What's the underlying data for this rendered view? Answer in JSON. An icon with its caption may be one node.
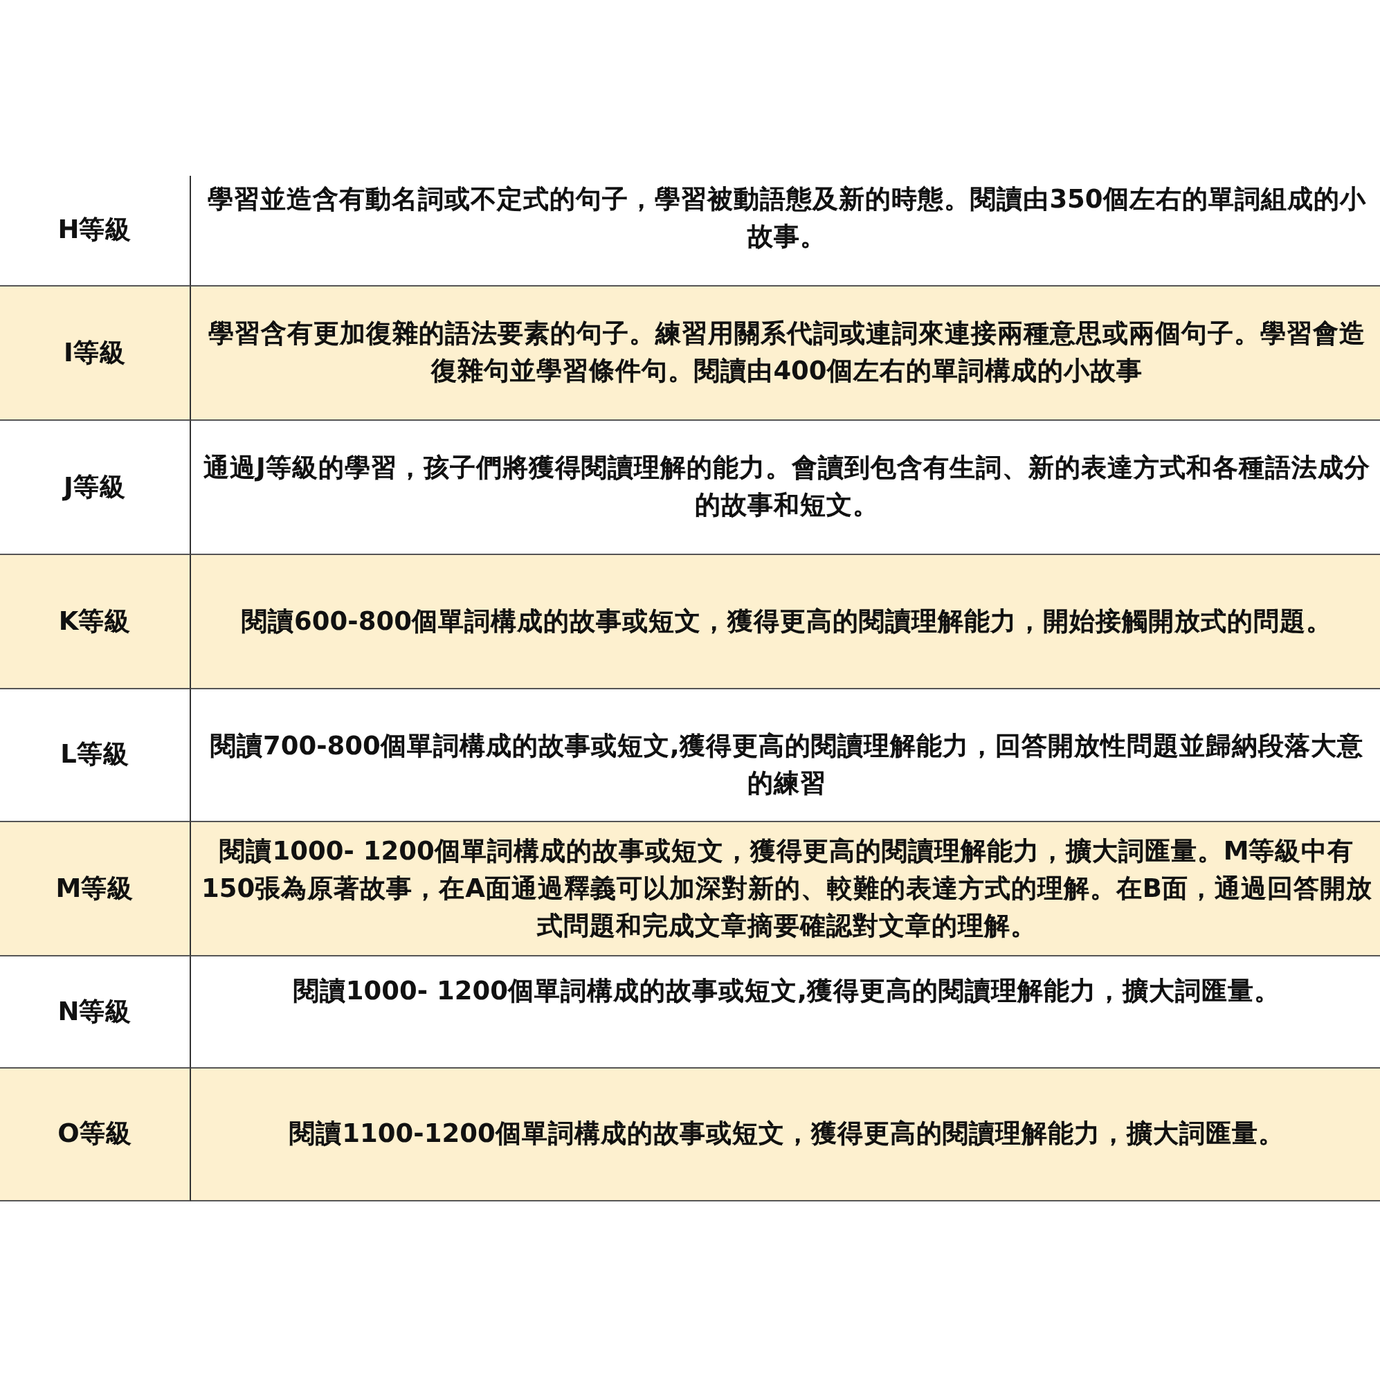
{
  "diagram": {
    "labels": [
      "H等級",
      "學習並造含有動名詞或不定式的句子，學習被動語態及新的時態。閱讀由350個左右的單詞組成的小故事。",
      "I等級",
      "學習含有更加復雜的語法要素的句子。練習用關系代詞或連詞來連接兩種意思或兩個句子。學習會造復雜句並學習條件句。閱讀由400個左右的單詞構成的小故事",
      "J等級",
      "通過J等級的學習，孩子們將獲得閱讀理解的能力。會讀到包含有生詞、新的表達方式和各種語法成分的故事和短文。",
      "K等級",
      "閱讀600-800個單詞構成的故事或短文，獲得更高的閱讀理解能力，開始接觸開放式的問題。",
      "L等級",
      "閱讀700-800個單詞構成的故事或短文,獲得更高的閱讀理解能力，回答開放性問題並歸納段落大意的練習",
      "M等級",
      "閱讀1000- 1200個單詞構成的故事或短文，獲得更高的閱讀理解能力，擴大詞匯量。M等級中有150張為原著故事，在A面通過釋義可以加深對新的、較難的表達方式的理解。在B面，通過回答開放式問題和完成文章摘要確認對文章的理解。",
      "N等級",
      "閱讀1000- 1200個單詞構成的故事或短文,獲得更高的閱讀理解能力，擴大詞匯量。",
      "O等級",
      "閱讀1100-1200個單詞構成的故事或短文，獲得更高的閱讀理解能力，擴大詞匯量。"
    ]
  }
}
